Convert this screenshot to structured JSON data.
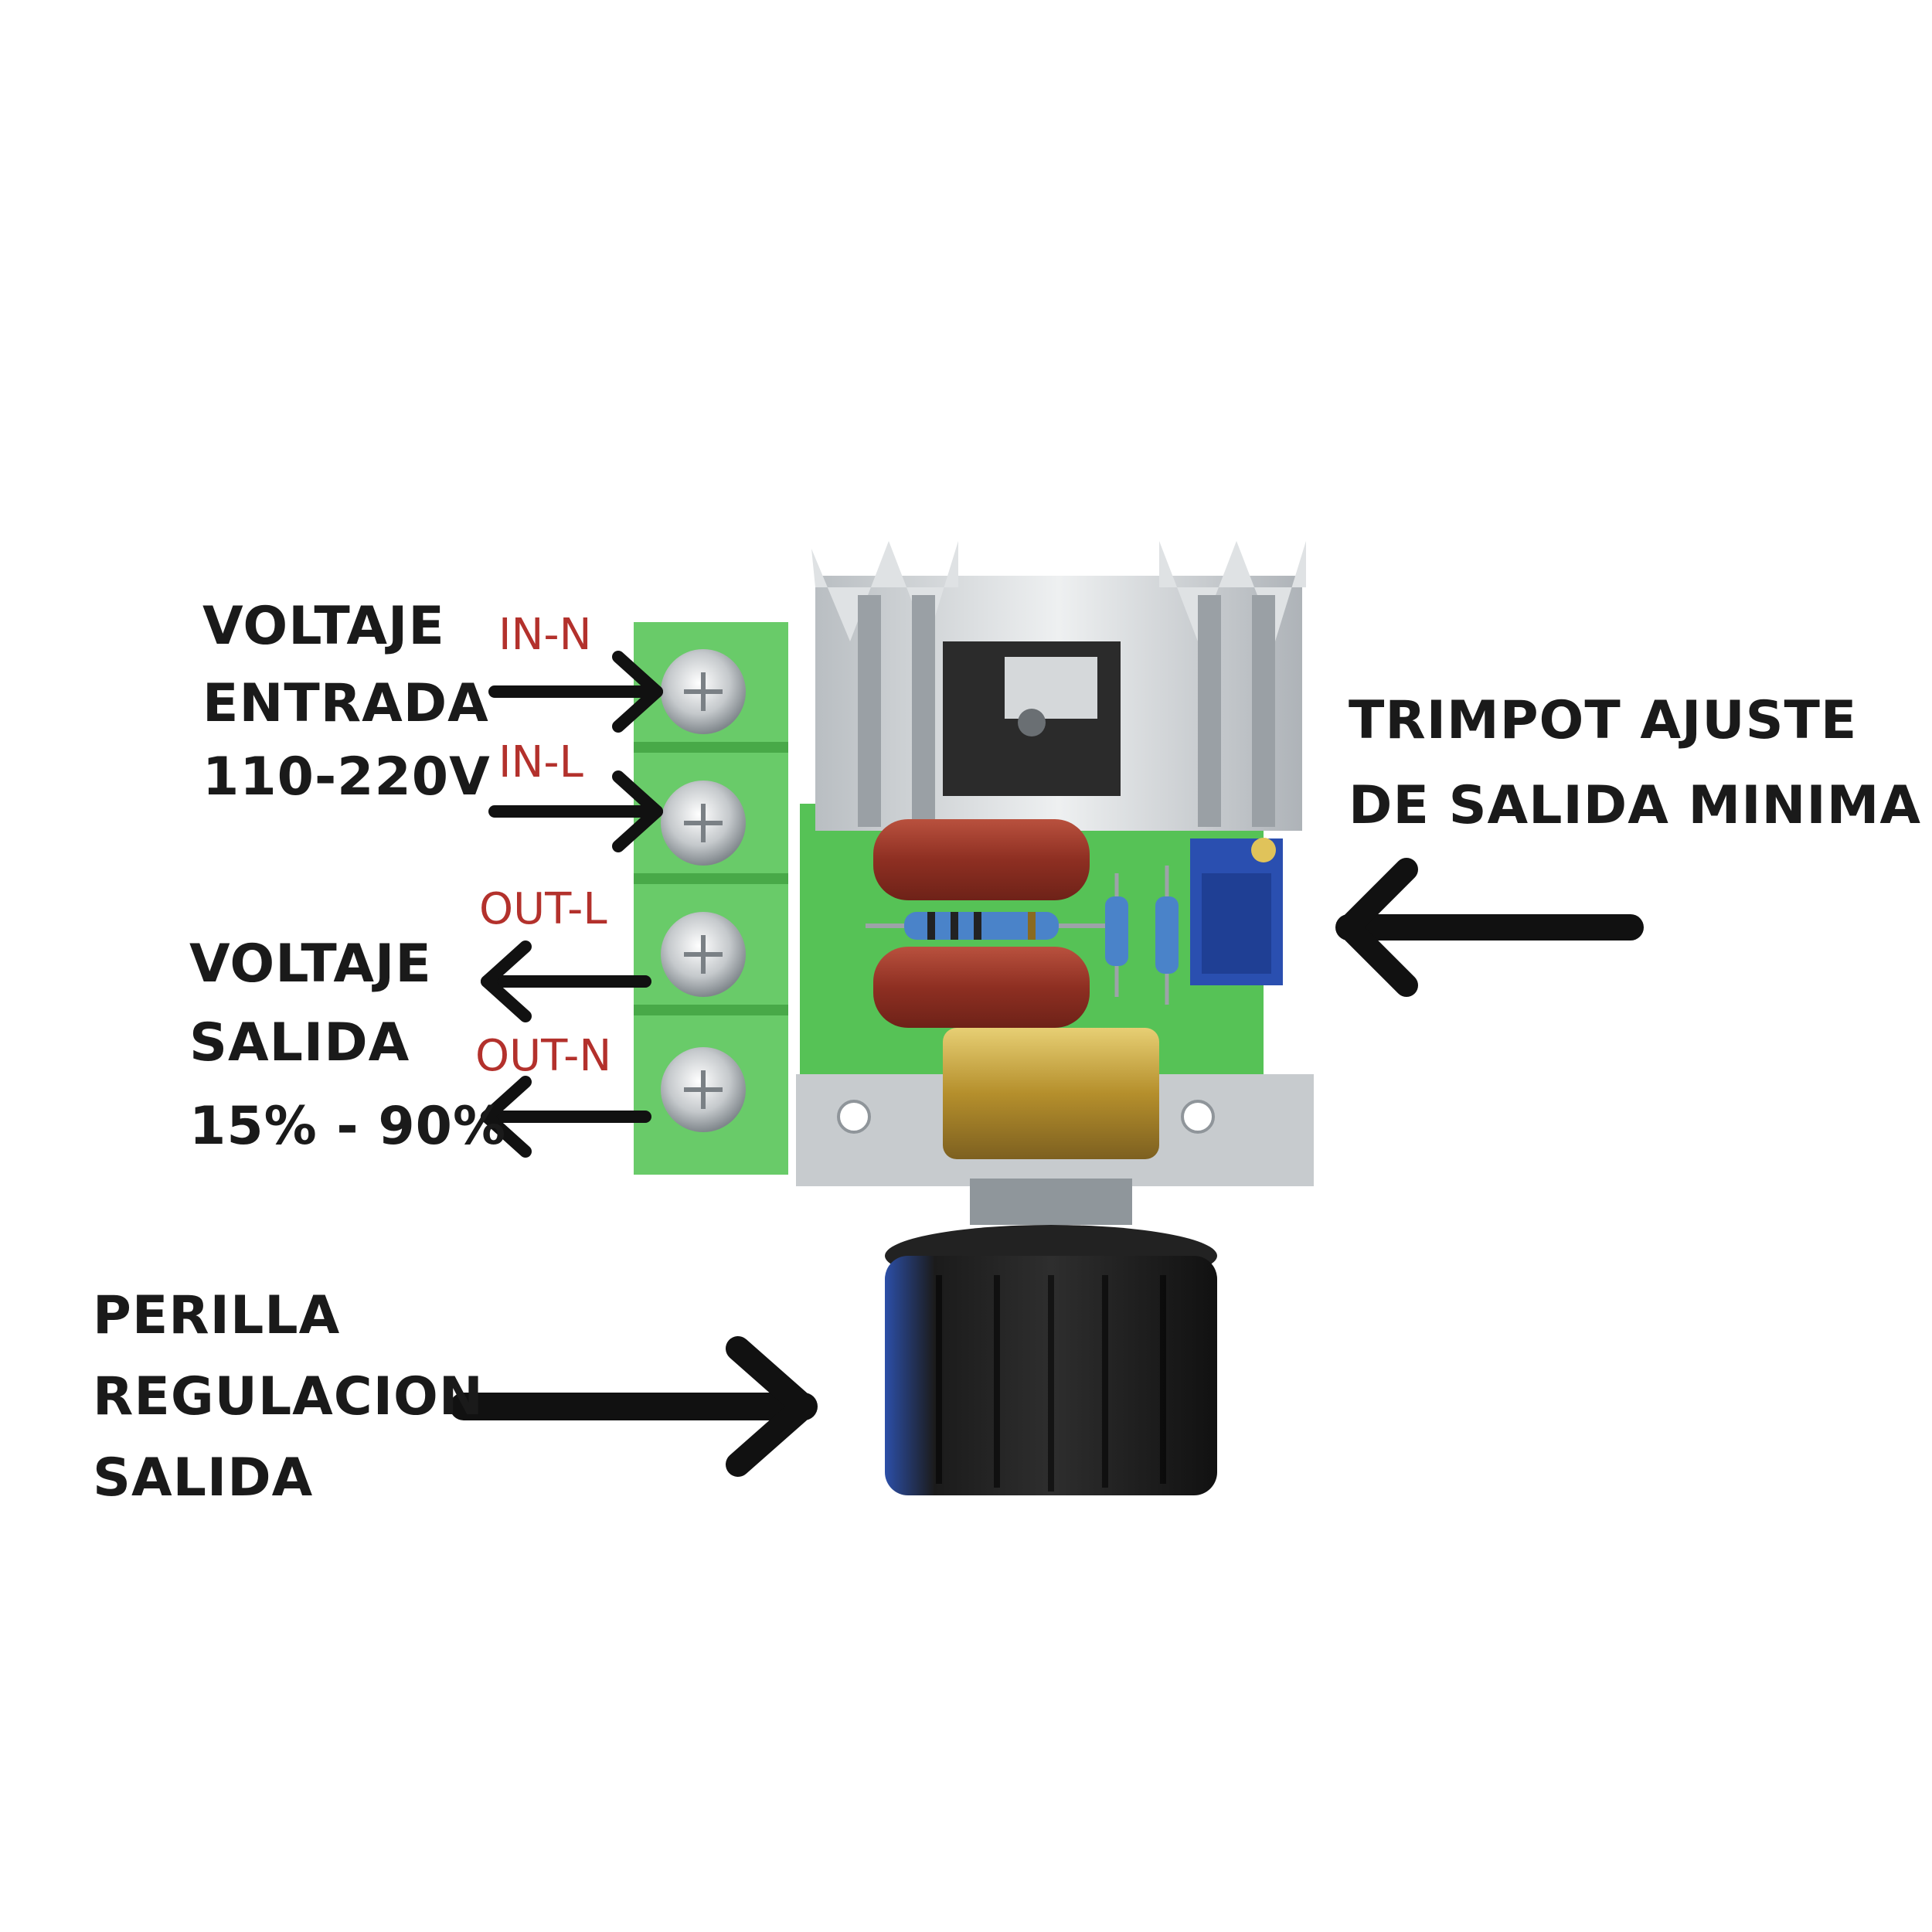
{
  "labels": {
    "input_voltage": [
      "VOLTAJE",
      "ENTRADA",
      "110-220V"
    ],
    "output_voltage": [
      "VOLTAJE",
      "SALIDA",
      "15% - 90%"
    ],
    "knob": [
      "PERILLA",
      "REGULACION",
      "SALIDA"
    ],
    "trimpot": [
      "TRIMPOT AJUSTE",
      "DE SALIDA MINIMA"
    ]
  },
  "terminals": [
    {
      "label": "IN-N"
    },
    {
      "label": "IN-L"
    },
    {
      "label": "OUT-L"
    },
    {
      "label": "OUT-N"
    }
  ],
  "colors": {
    "text": "#1a1a1a",
    "terminal_text": "#b3312c",
    "terminal_block": "#6fd66f",
    "pcb": "#5ccf5c",
    "heatsink": "#d3d6d8",
    "capacitor": "#9c3a2b",
    "trimpot": "#2a4fb0",
    "knob": "#1b1b1b"
  }
}
